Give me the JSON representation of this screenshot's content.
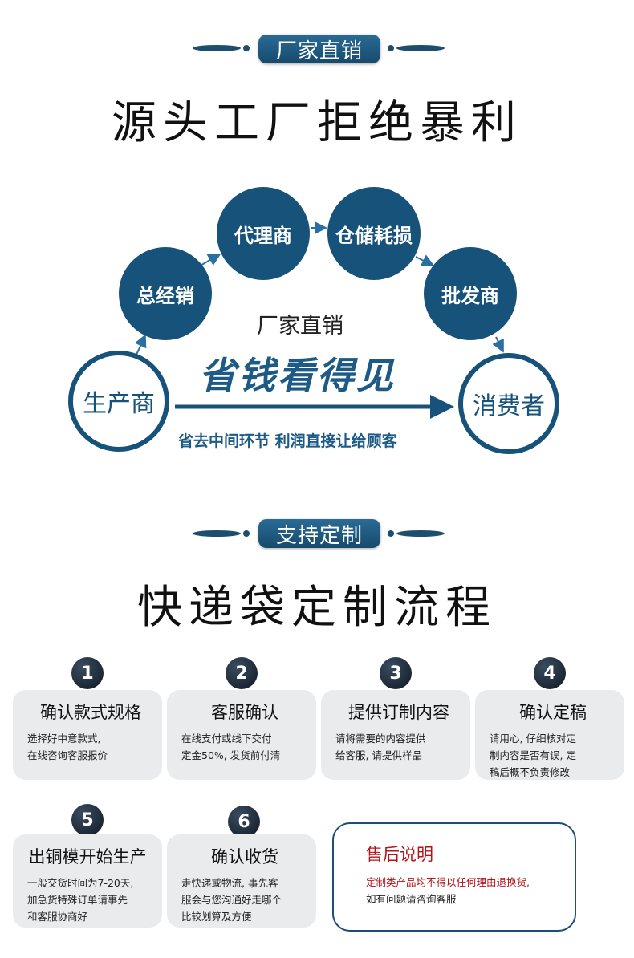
{
  "section1": {
    "badge": "厂家直销",
    "title": "源头工厂拒绝暴利",
    "nodes": {
      "producer": "生产商",
      "general_distributor": "总经销",
      "agent": "代理商",
      "storage_loss": "仓储耗损",
      "wholesaler": "批发商",
      "consumer": "消费者"
    },
    "center_label": "厂家直销",
    "slogan": "省钱看得见",
    "tagline": "省去中间环节 利润直接让给顾客"
  },
  "section2": {
    "badge": "支持定制",
    "title": "快递袋定制流程",
    "steps": [
      {
        "num": "1",
        "title": "确认款式规格",
        "lines": [
          "选择好中意款式,",
          "在线咨询客服报价"
        ]
      },
      {
        "num": "2",
        "title": "客服确认",
        "lines": [
          "在线支付或线下交付",
          "定金50%, 发货前付清"
        ]
      },
      {
        "num": "3",
        "title": "提供订制内容",
        "lines": [
          "请将需要的内容提供",
          "给客服, 请提供样品"
        ]
      },
      {
        "num": "4",
        "title": "确认定稿",
        "lines": [
          "请用心, 仔细核对定",
          "制内容是否有误, 定",
          "稿后概不负责修改"
        ]
      },
      {
        "num": "5",
        "title": "出铜模开始生产",
        "lines": [
          "一般交货时间为7-20天,",
          "加急货特殊订单请事先",
          "和客服协商好"
        ]
      },
      {
        "num": "6",
        "title": "确认收货",
        "lines": [
          "走快递或物流, 事先客",
          "服会与您沟通好走哪个",
          "比较划算及方便"
        ]
      }
    ],
    "after_sales": {
      "title": "售后说明",
      "line1": "定制类产品均不得以任何理由退换货,",
      "line2": "如有问题请咨询客服"
    }
  },
  "colors": {
    "brand_blue": "#16527a",
    "notice_red": "#b3151b"
  }
}
